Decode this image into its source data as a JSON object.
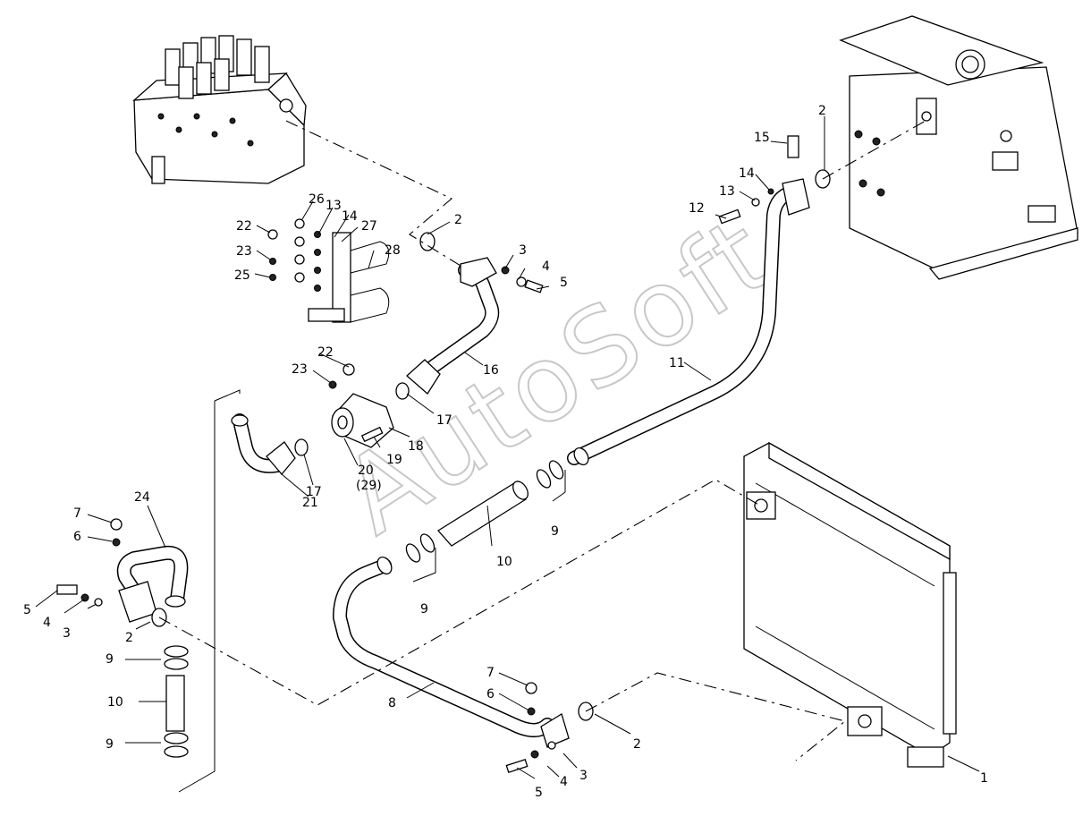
{
  "watermark": "AutoSoft",
  "callouts": [
    {
      "id": "c1",
      "text": "1"
    },
    {
      "id": "c2a",
      "text": "2"
    },
    {
      "id": "c2b",
      "text": "2"
    },
    {
      "id": "c2c",
      "text": "2"
    },
    {
      "id": "c2d",
      "text": "2"
    },
    {
      "id": "c3a",
      "text": "3"
    },
    {
      "id": "c3b",
      "text": "3"
    },
    {
      "id": "c3c",
      "text": "3"
    },
    {
      "id": "c4a",
      "text": "4"
    },
    {
      "id": "c4b",
      "text": "4"
    },
    {
      "id": "c4c",
      "text": "4"
    },
    {
      "id": "c5a",
      "text": "5"
    },
    {
      "id": "c5b",
      "text": "5"
    },
    {
      "id": "c5c",
      "text": "5"
    },
    {
      "id": "c6a",
      "text": "6"
    },
    {
      "id": "c6b",
      "text": "6"
    },
    {
      "id": "c7a",
      "text": "7"
    },
    {
      "id": "c7b",
      "text": "7"
    },
    {
      "id": "c8",
      "text": "8"
    },
    {
      "id": "c9a",
      "text": "9"
    },
    {
      "id": "c9b",
      "text": "9"
    },
    {
      "id": "c9c",
      "text": "9"
    },
    {
      "id": "c9d",
      "text": "9"
    },
    {
      "id": "c10a",
      "text": "10"
    },
    {
      "id": "c10b",
      "text": "10"
    },
    {
      "id": "c11",
      "text": "11"
    },
    {
      "id": "c12",
      "text": "12"
    },
    {
      "id": "c13a",
      "text": "13"
    },
    {
      "id": "c13b",
      "text": "13"
    },
    {
      "id": "c14a",
      "text": "14"
    },
    {
      "id": "c14b",
      "text": "14"
    },
    {
      "id": "c15",
      "text": "15"
    },
    {
      "id": "c16",
      "text": "16"
    },
    {
      "id": "c17a",
      "text": "17"
    },
    {
      "id": "c17b",
      "text": "17"
    },
    {
      "id": "c18",
      "text": "18"
    },
    {
      "id": "c19",
      "text": "19"
    },
    {
      "id": "c20",
      "text": "20"
    },
    {
      "id": "c29",
      "text": "(29)"
    },
    {
      "id": "c21",
      "text": "21"
    },
    {
      "id": "c22a",
      "text": "22"
    },
    {
      "id": "c22b",
      "text": "22"
    },
    {
      "id": "c23a",
      "text": "23"
    },
    {
      "id": "c23b",
      "text": "23"
    },
    {
      "id": "c24",
      "text": "24"
    },
    {
      "id": "c25",
      "text": "25"
    },
    {
      "id": "c26",
      "text": "26"
    },
    {
      "id": "c27",
      "text": "27"
    },
    {
      "id": "c28",
      "text": "28"
    }
  ]
}
